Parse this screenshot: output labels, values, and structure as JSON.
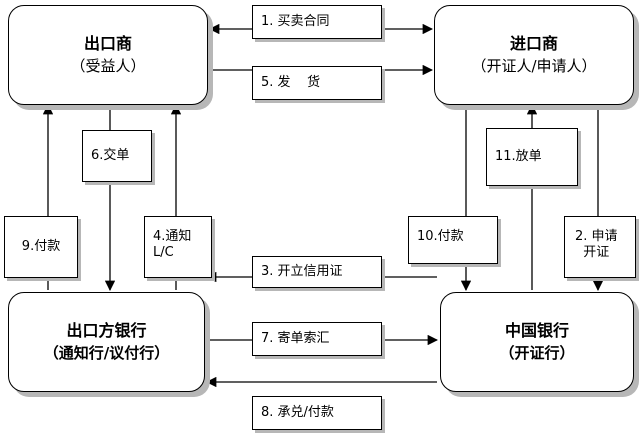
{
  "nodes": {
    "exporter": {
      "title": "出口商",
      "subtitle": "（受益人）"
    },
    "importer": {
      "title": "进口商",
      "subtitle": "（开证人/申请人）"
    },
    "exporter_bank": {
      "title": "出口方银行",
      "subtitle": "（通知行/议付行）"
    },
    "issuing_bank": {
      "title": "中国银行",
      "subtitle": "（开证行）"
    }
  },
  "steps": {
    "s1": "1. 买卖合同",
    "s2": "2. 申请\n  开证",
    "s3": "3. 开立信用证",
    "s4": "4.通知\nL/C",
    "s5": "5. 发    货",
    "s6": "6.交单",
    "s7": "7. 寄单索汇",
    "s8": "8. 承兑/付款",
    "s9": "9.付款",
    "s10": "10.付款",
    "s11": "11.放单"
  }
}
